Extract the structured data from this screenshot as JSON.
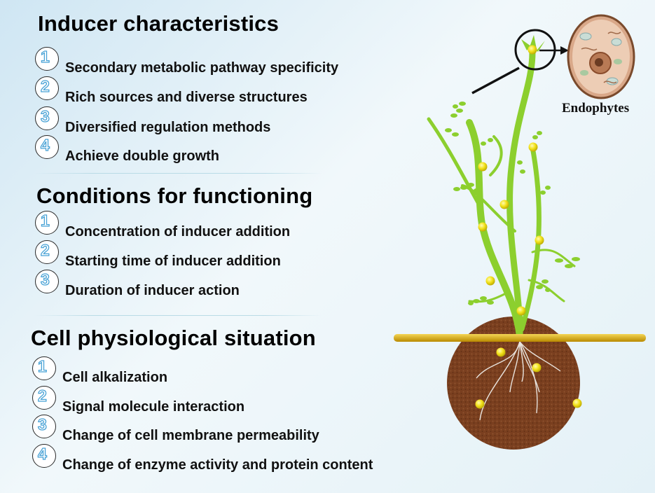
{
  "sections": [
    {
      "heading": "Inducer characteristics",
      "items": [
        {
          "num": "1",
          "text": "Secondary metabolic pathway specificity"
        },
        {
          "num": "2",
          "text": "Rich sources and diverse structures"
        },
        {
          "num": "3",
          "text": "Diversified regulation methods"
        },
        {
          "num": "4",
          "text": "Achieve double growth"
        }
      ]
    },
    {
      "heading": "Conditions for functioning",
      "items": [
        {
          "num": "1",
          "text": "Concentration of inducer addition"
        },
        {
          "num": "2",
          "text": "Starting time of inducer addition"
        },
        {
          "num": "3",
          "text": "Duration of inducer action"
        }
      ]
    },
    {
      "heading": "Cell physiological situation",
      "items": [
        {
          "num": "1",
          "text": "Cell alkalization"
        },
        {
          "num": "2",
          "text": "Signal molecule interaction"
        },
        {
          "num": "3",
          "text": "Change of cell membrane permeability"
        },
        {
          "num": "4",
          "text": "Change of enzyme activity and protein content"
        }
      ]
    }
  ],
  "illustration": {
    "cell_label": "Endophytes",
    "colors": {
      "stem": "#8ccf2e",
      "endophyte_dot": "#f3e21b",
      "soil": "#7a3f1f",
      "ground_bar": "#e3b21c",
      "cell": "#e9c0a1"
    }
  }
}
